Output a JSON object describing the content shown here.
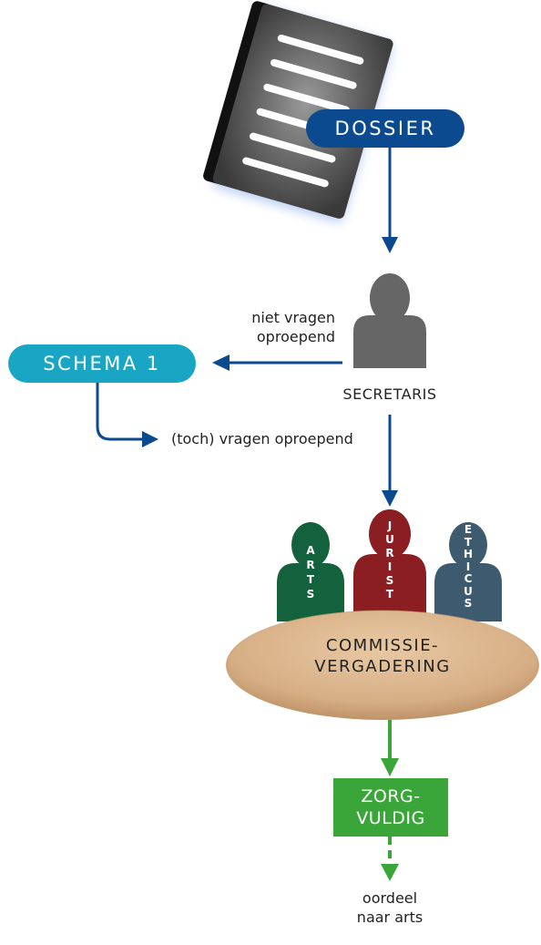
{
  "dossier": {
    "label": "DOSSIER"
  },
  "secretaris": {
    "label": "SECRETARIS"
  },
  "schema": {
    "label": "SCHEMA 1"
  },
  "branch_left": {
    "line1": "niet vragen",
    "line2": "oproepend"
  },
  "branch_return": {
    "label": "(toch) vragen oproepend"
  },
  "members": [
    {
      "label": "ARTS",
      "letters": [
        "A",
        "R",
        "T",
        "S"
      ],
      "color": "#14613d"
    },
    {
      "label": "JURIST",
      "letters": [
        "J",
        "U",
        "R",
        "I",
        "S",
        "T"
      ],
      "color": "#8b1e23"
    },
    {
      "label": "ETHICUS",
      "letters": [
        "E",
        "T",
        "H",
        "I",
        "C",
        "U",
        "S"
      ],
      "color": "#3e5a6e"
    }
  ],
  "commissie": {
    "line1": "COMMISSIE-",
    "line2": "VERGADERING"
  },
  "result": {
    "line1": "ZORG-",
    "line2": "VULDIG"
  },
  "outcome": {
    "line1": "oordeel",
    "line2": "naar arts"
  },
  "colors": {
    "blue": "#0b4a8f",
    "cyan": "#19a5c4",
    "green": "#3aa63a",
    "person_gray": "#666666",
    "table": "#d9b38a"
  }
}
